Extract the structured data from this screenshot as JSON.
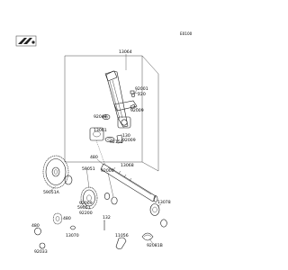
{
  "figure_ref": "E0100",
  "part_numbers": {
    "kick_pedal_assy": "13064",
    "bolt_92001": "92001",
    "screw_220": "220",
    "pedal_bolt_92009": "92009",
    "pedal_nut_92049": "92049",
    "pivot_bolt_130": "130",
    "spring_92009b": "92009",
    "pedal_boss_13061": "13061",
    "shaft_seal_92150": "92150",
    "kick_shaft_13068": "13068",
    "washer_480": "480",
    "washer_92000": "92000",
    "kick_gear_59051": "59051",
    "gear_washer_59051a": "59051A",
    "idle_gear_59051": "59051",
    "washer_92200": "92200",
    "collar_480": "480",
    "circlip_92009": "92009",
    "stopper_13078": "13078",
    "ratchet_13070": "13070",
    "spring_92081b": "92081B",
    "guide_11056": "11056",
    "pin_132": "132",
    "ring_480b": "480",
    "bolt_92033": "92033"
  }
}
